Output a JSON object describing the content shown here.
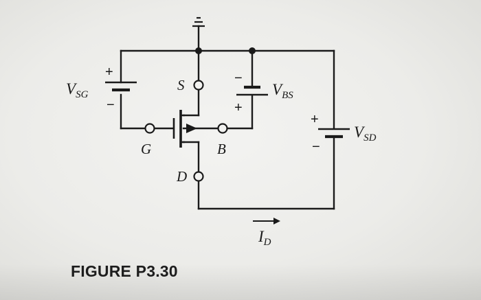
{
  "figure": {
    "caption": "FIGURE P3.30",
    "labels": {
      "v_sg": "V",
      "v_sg_sub": "SG",
      "v_bs": "V",
      "v_bs_sub": "BS",
      "v_sd": "V",
      "v_sd_sub": "SD",
      "i_d": "I",
      "i_d_sub": "D",
      "source": "S",
      "gate": "G",
      "drain": "D",
      "body": "B"
    },
    "polarity": {
      "plus": "+",
      "minus": "−"
    }
  }
}
